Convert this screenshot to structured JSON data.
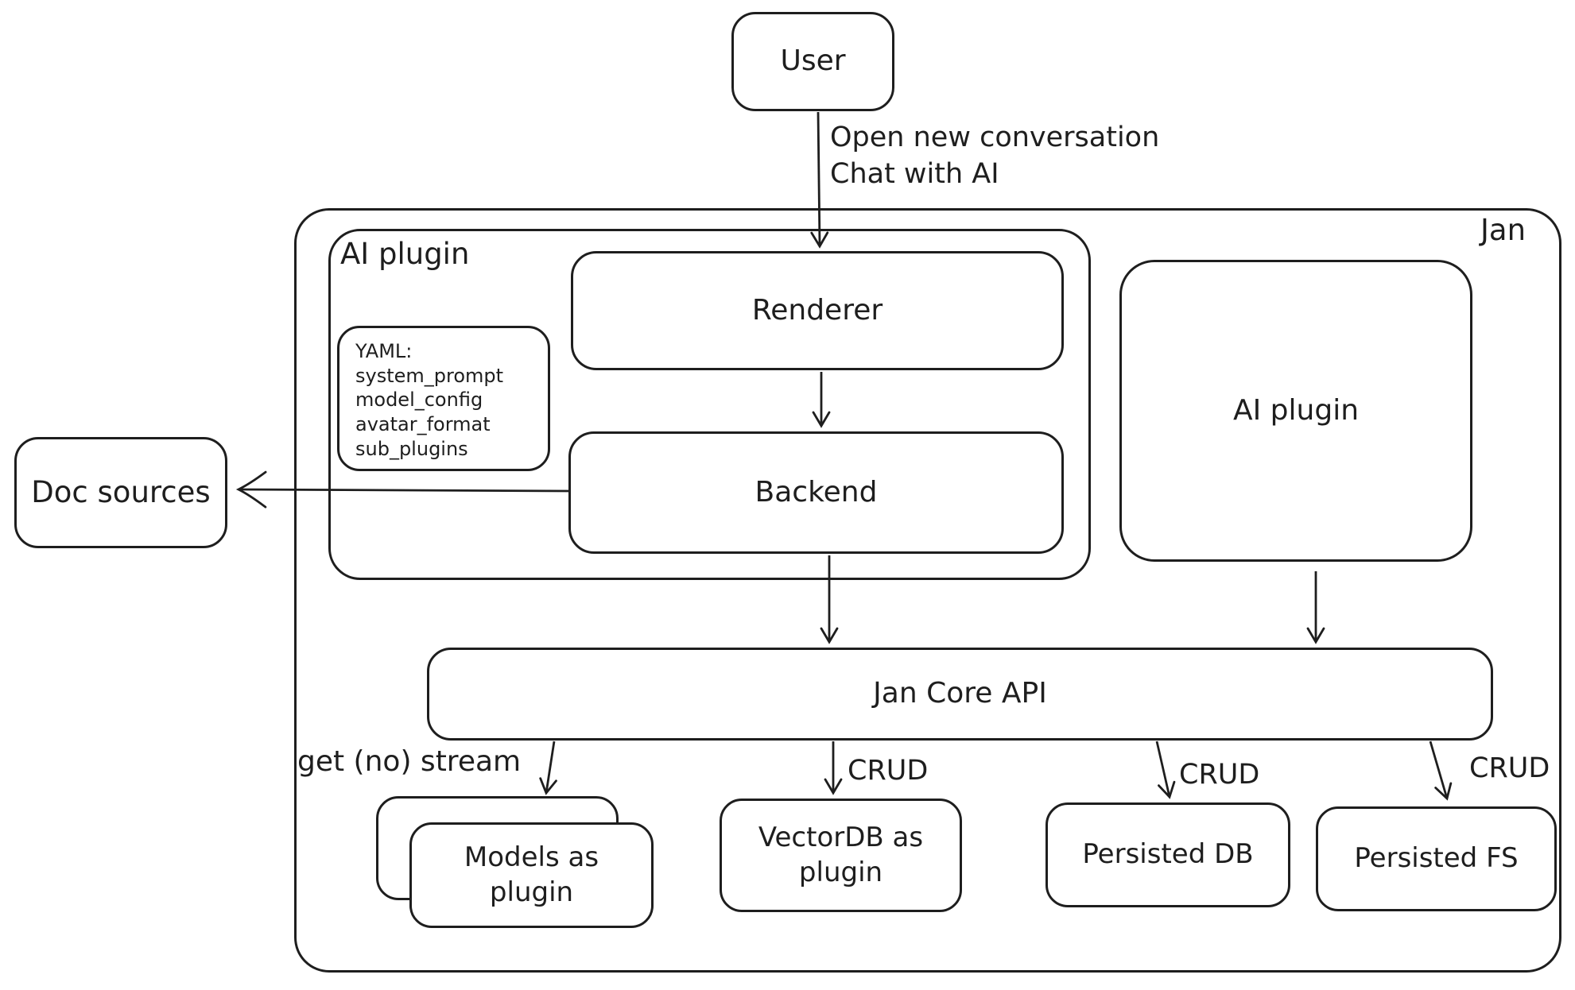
{
  "diagram": {
    "colors": {
      "stroke": "#1e1e1e",
      "background": "#ffffff"
    },
    "nodes": {
      "user": {
        "label": "User"
      },
      "jan_container": {
        "label": "Jan"
      },
      "ai_plugin_group": {
        "label": "AI plugin"
      },
      "yaml_note": {
        "text": "YAML:\nsystem_prompt\nmodel_config\navatar_format\nsub_plugins"
      },
      "renderer": {
        "label": "Renderer"
      },
      "backend": {
        "label": "Backend"
      },
      "ai_plugin_right": {
        "label": "AI plugin"
      },
      "doc_sources": {
        "label": "Doc sources"
      },
      "jan_core_api": {
        "label": "Jan Core API"
      },
      "models_plugin": {
        "label": "Models as plugin"
      },
      "vectordb_plugin": {
        "label": "VectorDB as plugin"
      },
      "persisted_db": {
        "label": "Persisted DB"
      },
      "persisted_fs": {
        "label": "Persisted FS"
      }
    },
    "edge_labels": {
      "user_flow": "Open new conversation\nChat with AI",
      "get_no_stream": "get (no) stream",
      "crud_vectordb": "CRUD",
      "crud_persisted_db": "CRUD",
      "crud_persisted_fs": "CRUD"
    }
  }
}
